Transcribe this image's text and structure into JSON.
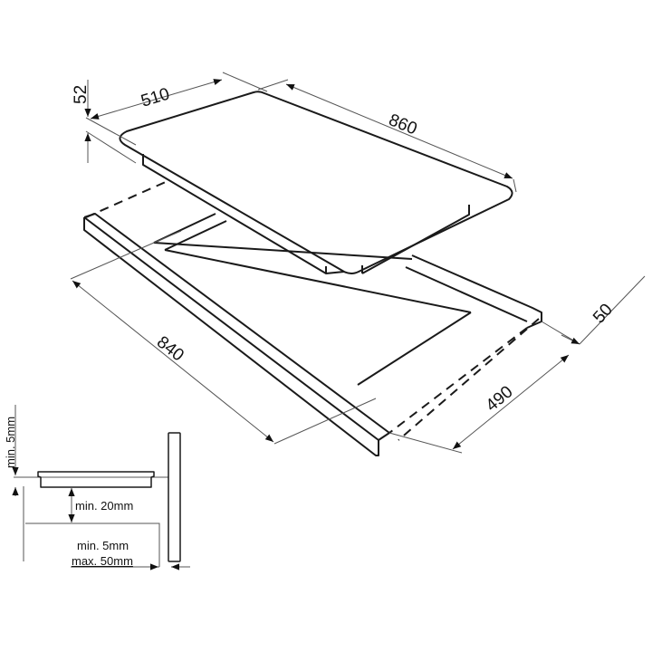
{
  "title": "Hob installation dimensions",
  "dimensions": {
    "hob_width": "510",
    "hob_length": "860",
    "hob_height": "52",
    "cutout_length": "840",
    "cutout_width": "490",
    "edge_distance": "50"
  },
  "detail": {
    "top_clearance": "min. 5mm",
    "below_clearance": "min. 20mm",
    "wall_min": "min. 5mm",
    "wall_max": "max. 50mm"
  },
  "colors": {
    "line": "#1a1a1a",
    "dim_line": "#555555"
  }
}
